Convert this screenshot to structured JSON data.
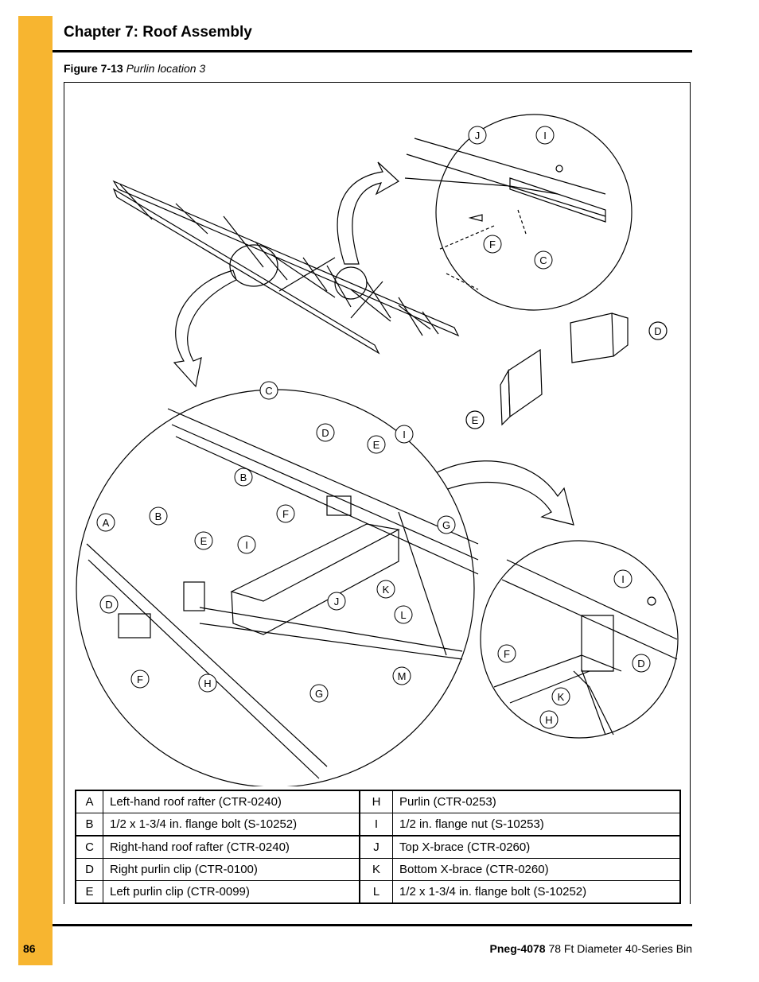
{
  "header": {
    "chapter_title": "Chapter 7: Roof Assembly"
  },
  "figure": {
    "number": "Figure 7-13",
    "caption": "Purlin location 3",
    "callouts": {
      "top_detail": [
        "J",
        "I",
        "F",
        "C"
      ],
      "clip_d": "D",
      "clip_e": "E",
      "main_detail": [
        "C",
        "B",
        "D",
        "E",
        "I",
        "F",
        "A",
        "B",
        "E",
        "I",
        "G",
        "D",
        "K",
        "J",
        "L",
        "M",
        "F",
        "H",
        "G"
      ],
      "right_detail": [
        "I",
        "F",
        "D",
        "K",
        "H"
      ]
    }
  },
  "legend": [
    {
      "key": "A",
      "desc": "Left-hand roof rafter (CTR-0240)",
      "key2": "H",
      "desc2": "Purlin (CTR-0253)"
    },
    {
      "key": "B",
      "desc": "1/2 x 1-3/4 in. flange bolt (S-10252)",
      "key2": "I",
      "desc2": "1/2 in. flange nut (S-10253)"
    },
    {
      "key": "C",
      "desc": "Right-hand roof rafter (CTR-0240)",
      "key2": "J",
      "desc2": "Top X-brace (CTR-0260)"
    },
    {
      "key": "D",
      "desc": "Right purlin clip (CTR-0100)",
      "key2": "K",
      "desc2": "Bottom X-brace (CTR-0260)"
    },
    {
      "key": "E",
      "desc": "Left purlin clip (CTR-0099)",
      "key2": "L",
      "desc2": "1/2 x 1-3/4 in. flange bolt (S-10252)"
    }
  ],
  "footer": {
    "page_number": "86",
    "doc_id": "Pneg-4078",
    "doc_title": "78 Ft Diameter 40-Series Bin"
  },
  "colors": {
    "sidebar": "#f7b530",
    "ink": "#000000"
  }
}
